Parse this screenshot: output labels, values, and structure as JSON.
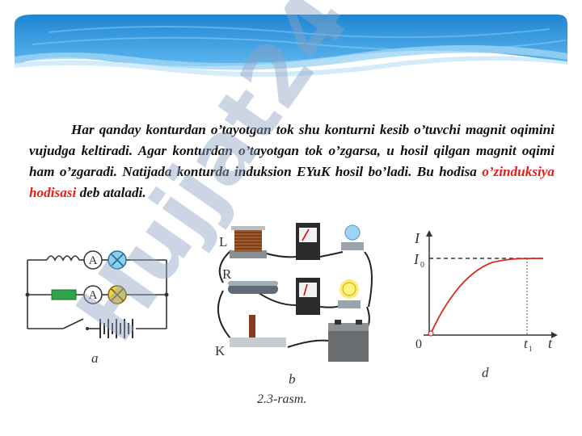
{
  "paragraph": {
    "text_before": "Har qanday konturdan o’tayotgan tok shu konturni kesib o’tuvchi magnit oqimini vujudga keltiradi. Agar konturdan o’tayotgan tok o’zgarsa, u hosil qilgan magnit oqimi ham o’zgaradi. Natijada konturda induksion EYuK hosil bo’ladi. Bu hodisa ",
    "highlight": "o’zinduksiya hodisasi",
    "text_after": " deb ataladi."
  },
  "colors": {
    "highlight": "#e0201c",
    "banner_top": "#2a8fd6",
    "watermark": "#8fa3c4"
  },
  "figure_a": {
    "label": "a",
    "ammeter1": "A",
    "ammeter2": "A"
  },
  "figure_b": {
    "label": "b",
    "L": "L",
    "R": "R",
    "K": "K"
  },
  "figure_d": {
    "label": "d",
    "y_axis": "I",
    "x_axis": "t",
    "level_label": "I",
    "level_sub": "0",
    "t1_label": "t",
    "t1_sub": "1",
    "origin": "0"
  },
  "caption": "2.3-rasm."
}
